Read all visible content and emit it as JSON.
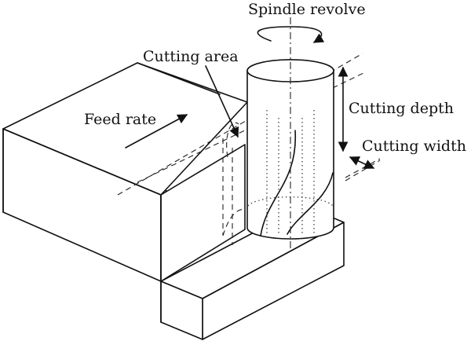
{
  "labels": {
    "spindle_revolve": "Spindle revolve",
    "cutting_area": "Cutting area",
    "feed_rate": "Feed rate",
    "cutting_depth": "Cutting depth",
    "cutting_width": "Cutting width"
  },
  "colors": {
    "line": "#111111",
    "background": "#ffffff"
  }
}
